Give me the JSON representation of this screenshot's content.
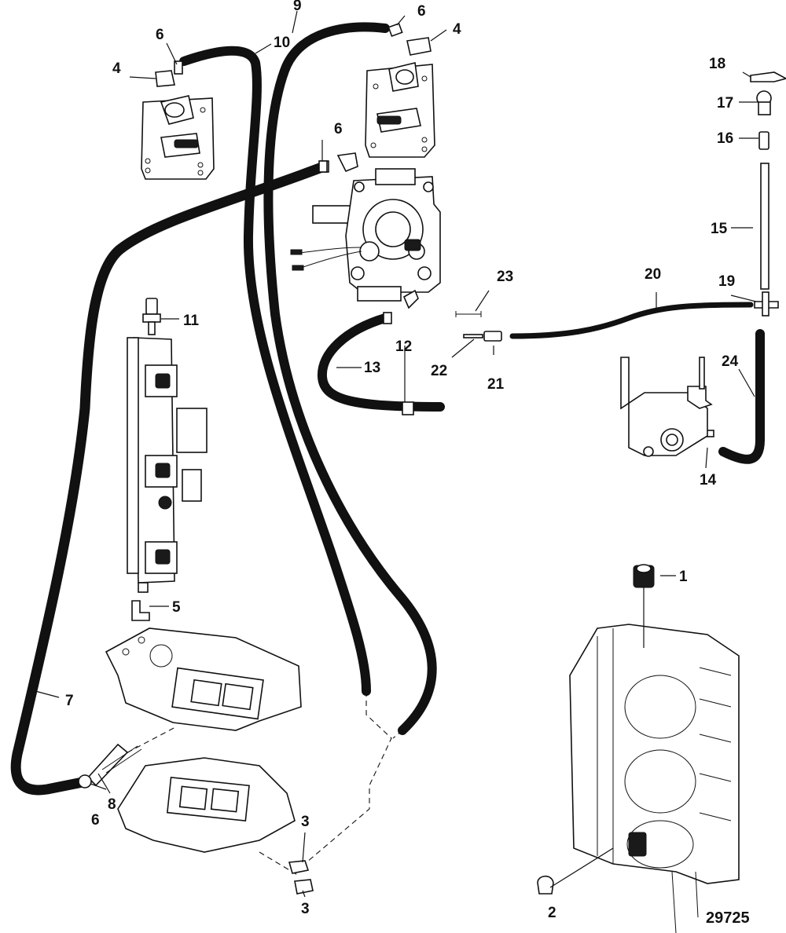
{
  "drawing_number": "29725",
  "callouts": [
    {
      "id": "c1",
      "label": "1"
    },
    {
      "id": "c2",
      "label": "2"
    },
    {
      "id": "c3a",
      "label": "3"
    },
    {
      "id": "c3b",
      "label": "3"
    },
    {
      "id": "c4a",
      "label": "4"
    },
    {
      "id": "c4b",
      "label": "4"
    },
    {
      "id": "c5",
      "label": "5"
    },
    {
      "id": "c6a",
      "label": "6"
    },
    {
      "id": "c6b",
      "label": "6"
    },
    {
      "id": "c6c",
      "label": "6"
    },
    {
      "id": "c6d",
      "label": "6"
    },
    {
      "id": "c7",
      "label": "7"
    },
    {
      "id": "c8",
      "label": "8"
    },
    {
      "id": "c9",
      "label": "9"
    },
    {
      "id": "c10",
      "label": "10"
    },
    {
      "id": "c11",
      "label": "11"
    },
    {
      "id": "c12",
      "label": "12"
    },
    {
      "id": "c13",
      "label": "13"
    },
    {
      "id": "c14",
      "label": "14"
    },
    {
      "id": "c15",
      "label": "15"
    },
    {
      "id": "c16",
      "label": "16"
    },
    {
      "id": "c17",
      "label": "17"
    },
    {
      "id": "c18",
      "label": "18"
    },
    {
      "id": "c19",
      "label": "19"
    },
    {
      "id": "c20",
      "label": "20"
    },
    {
      "id": "c21",
      "label": "21"
    },
    {
      "id": "c22",
      "label": "22"
    },
    {
      "id": "c23",
      "label": "23"
    },
    {
      "id": "c24",
      "label": "24"
    }
  ]
}
